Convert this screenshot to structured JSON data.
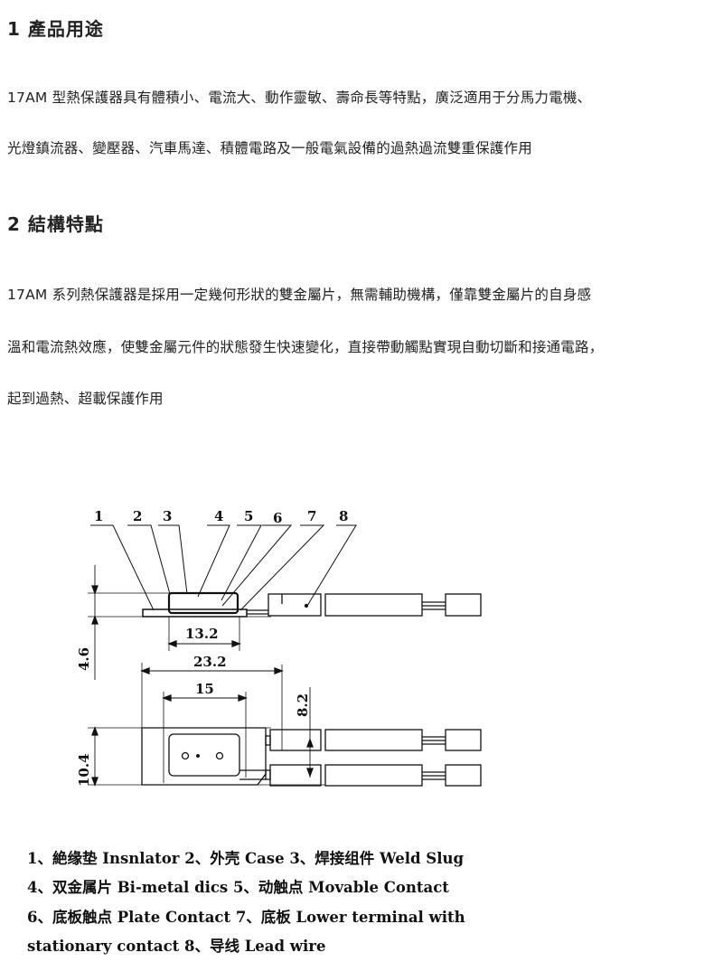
{
  "section1": {
    "heading": "1  產品用途",
    "lines": [
      "17AM 型熱保護器具有體積小、電流大、動作靈敏、壽命長等特點，廣泛適用于分馬力電機、",
      "光燈鎮流器、變壓器、汽車馬達、積體電路及一般電氣設備的過熱過流雙重保護作用"
    ]
  },
  "section2": {
    "heading": "2  結構特點",
    "lines": [
      "17AM 系列熱保護器是採用一定幾何形狀的雙金屬片，無需輔助機構，僅靠雙金屬片的自身感",
      "溫和電流熱效應，使雙金屬元件的狀態發生快速變化，直接帶動觸點實現自動切斷和接通電路，",
      "起到過熱、超載保護作用"
    ]
  },
  "diagram": {
    "part_numbers": [
      "1",
      "2",
      "3",
      "4",
      "5",
      "6",
      "7",
      "8"
    ],
    "dimensions": {
      "case_length": "13.2",
      "total_length": "23.2",
      "inner_length": "15",
      "thickness": "4.6",
      "width": "10.4",
      "lead_spacing": "8.2"
    }
  },
  "legend": [
    "1、絶缘垫 Insnlator 2、外壳 Case 3、焊接组件 Weld Slug",
    "4、双金属片 Bi-metal dics 5、动触点 Movable Contact",
    "6、底板触点 Plate Contact  7、底板 Lower terminal with",
    "stationary contact 8、导线 Lead wire"
  ]
}
